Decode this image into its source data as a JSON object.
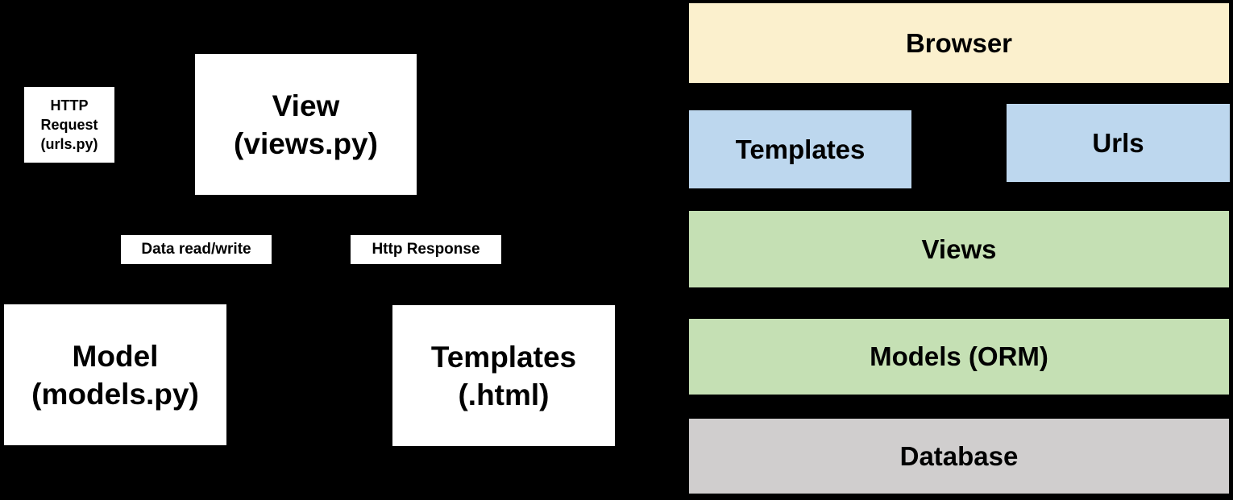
{
  "colors": {
    "background": "#000000",
    "flow_box_fill": "#FFFFFF",
    "text": "#000000",
    "layer_browser": "#FBF0CD",
    "layer_blue": "#BDD7EE",
    "layer_green": "#C5E0B4",
    "layer_gray": "#D0CECE"
  },
  "flow": {
    "http_request_label": "HTTP\nRequest\n(urls.py)",
    "view_label": "View\n(views.py)",
    "data_read_write_label": "Data read/write",
    "http_response_label": "Http Response",
    "model_label": "Model\n(models.py)",
    "templates_label": "Templates\n(.html)"
  },
  "stack": {
    "layers": [
      {
        "label": "Browser",
        "color": "#FBF0CD"
      },
      {
        "label": "Templates",
        "color": "#BDD7EE"
      },
      {
        "label": "Urls",
        "color": "#BDD7EE"
      },
      {
        "label": "Views",
        "color": "#C5E0B4"
      },
      {
        "label": "Models (ORM)",
        "color": "#C5E0B4"
      },
      {
        "label": "Database",
        "color": "#D0CECE"
      }
    ]
  }
}
